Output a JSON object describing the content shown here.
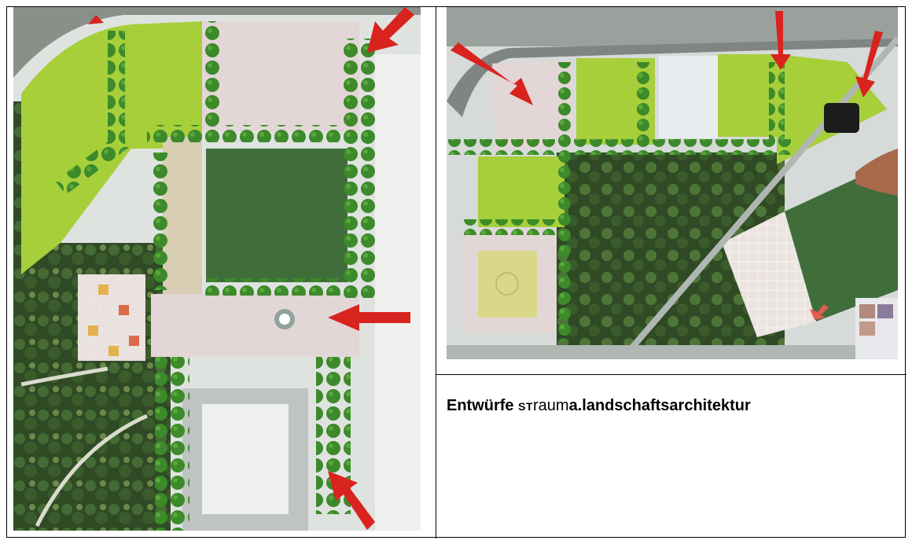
{
  "caption": {
    "part1": "Entwürfe ",
    "part2": "ST",
    "part3": "raum",
    "part4": "a.landschaftsarchitektur"
  },
  "colors": {
    "lawn": "#a6cf3a",
    "dark_lawn": "#3f6e3a",
    "plaza": "#e3d6d6",
    "tree": "#3c8a2a",
    "arrow": "#d9231e",
    "forest": "#2f4a25"
  }
}
